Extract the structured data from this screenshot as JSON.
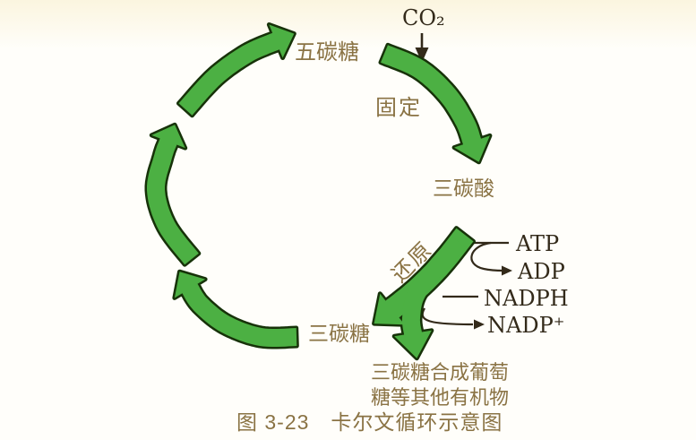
{
  "diagram": {
    "caption": "图 3-23　卡尔文循环示意图",
    "nodes": {
      "co2": "CO₂",
      "five_carbon_sugar": "五碳糖",
      "three_carbon_acid": "三碳酸",
      "three_carbon_sugar": "三碳糖",
      "synthesis_line1": "三碳糖合成葡萄",
      "synthesis_line2": "糖等其他有机物"
    },
    "process_labels": {
      "fixation": "固定",
      "reduction": "还原"
    },
    "cofactors": {
      "atp": "ATP",
      "adp": "ADP",
      "nadph": "NADPH",
      "nadp_plus": "NADP⁺"
    },
    "colors": {
      "arrow_green": "#4cb043",
      "arrow_outline": "#173209",
      "label_brown": "#8a7344",
      "chem_text": "#332a1a",
      "background": "#fffefa"
    }
  }
}
